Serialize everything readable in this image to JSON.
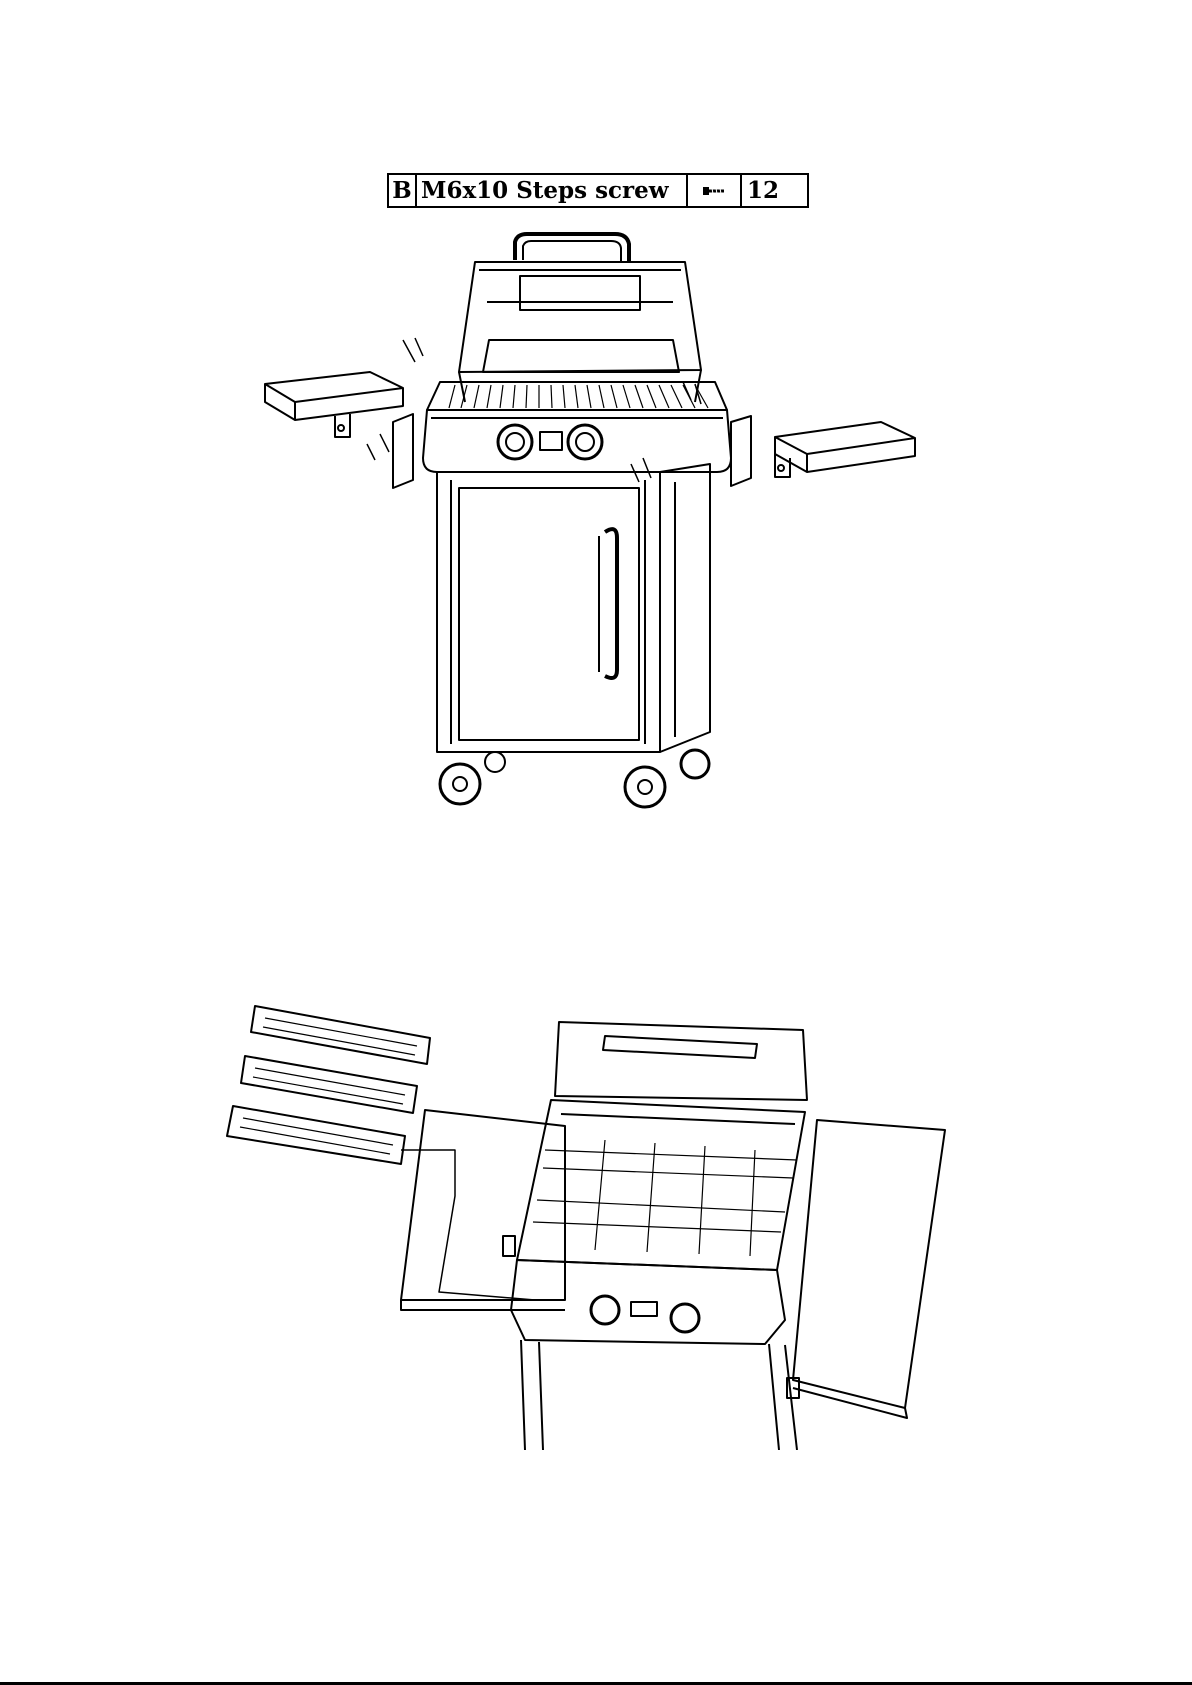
{
  "parts_table": {
    "letter": "B",
    "description": "M6x10 Steps screw",
    "icon": "screw-icon",
    "quantity": "12"
  },
  "figures": [
    {
      "subject": "side-shelf-attachment",
      "icon": "grill-assembly-icon"
    },
    {
      "subject": "grate-installation",
      "icon": "cooking-grates-icon"
    }
  ],
  "colors": {
    "line": "#000000",
    "background": "#ffffff"
  }
}
